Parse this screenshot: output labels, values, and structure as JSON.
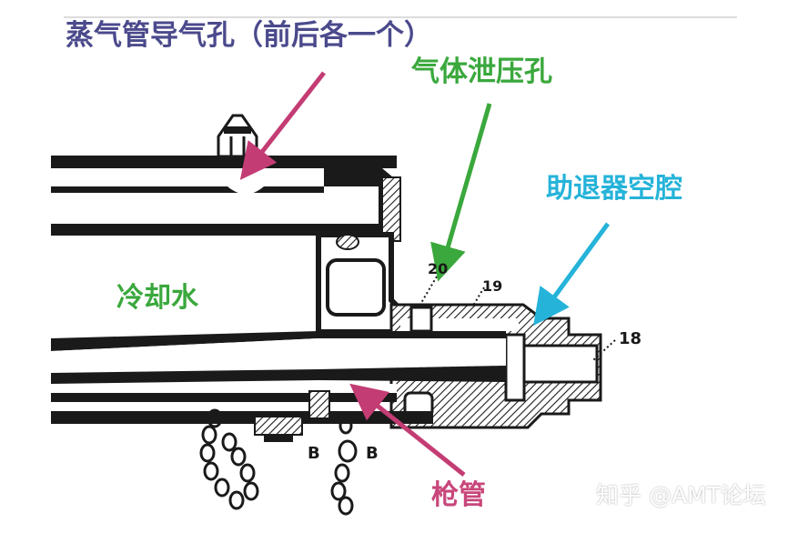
{
  "labels": {
    "steam_vent": "蒸气管导气孔（前后各一个）",
    "gas_vent": "气体泄压孔",
    "booster_cavity": "助退器空腔",
    "cooling_water": "冷却水",
    "barrel": "枪管"
  },
  "part_numbers": {
    "n20": "20",
    "n19": "19",
    "n18": "18",
    "b1": "B",
    "b2": "B"
  },
  "watermark": "知乎 @AMT论坛",
  "colors": {
    "steam_label": "#4b4a8c",
    "steam_arrow": "#c43c74",
    "vent_label": "#3aa83c",
    "vent_arrow": "#3aa83c",
    "booster_label": "#25b3d9",
    "booster_arrow": "#25b3d9",
    "water_label": "#3aa83c",
    "barrel_label": "#c8467a",
    "barrel_arrow": "#c43c74",
    "drawing_ink": "#1a1a1a"
  }
}
